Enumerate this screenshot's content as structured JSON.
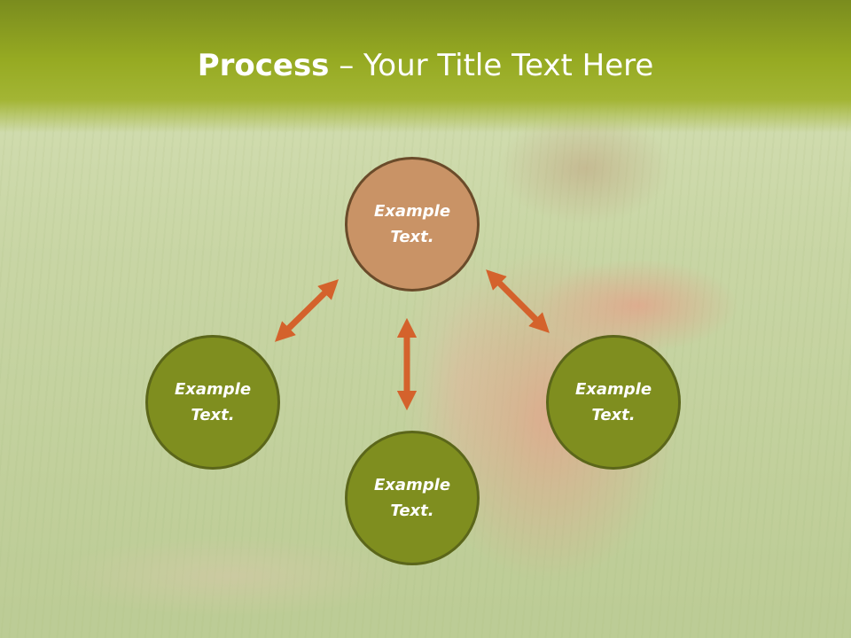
{
  "title": {
    "bold": "Process",
    "rest": " – Your Title Text Here"
  },
  "nodes": {
    "top": {
      "label": "Example\nText."
    },
    "left": {
      "label": "Example\nText."
    },
    "right": {
      "label": "Example\nText."
    },
    "bottom": {
      "label": "Example\nText."
    }
  },
  "colors": {
    "title_bar": "#96aa22",
    "node_olive": "#7f8e1f",
    "node_tan": "#c99366",
    "arrow": "#d4622c"
  }
}
